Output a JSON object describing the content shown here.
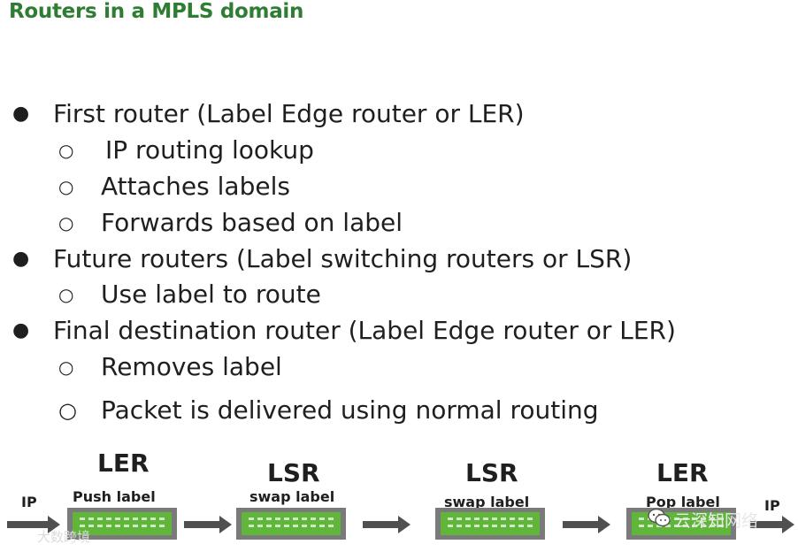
{
  "title": "Routers in a MPLS domain",
  "bullets": [
    {
      "label": "First router (Label Edge router or LER)"
    },
    {
      "label": "IP routing lookup"
    },
    {
      "label": "Attaches labels"
    },
    {
      "label": "Forwards based on label"
    },
    {
      "label": "Future routers (Label switching routers or LSR)"
    },
    {
      "label": "Use label to route"
    },
    {
      "label": "Final destination router (Label Edge router or LER)"
    },
    {
      "label": "Removes label"
    },
    {
      "label": "Packet is delivered using normal routing"
    }
  ],
  "marks": {
    "bullet": "●",
    "sub": "○"
  },
  "diagram": {
    "ip_in": "IP",
    "ip_out": "IP",
    "nodes": [
      {
        "title": "LER",
        "label": "Push label"
      },
      {
        "title": "LSR",
        "label": "swap label"
      },
      {
        "title": "LSR",
        "label": "swap label"
      },
      {
        "title": "LER",
        "label": "Pop label"
      }
    ],
    "colors": {
      "router_face": "#5fb63a",
      "router_body": "#7a7a7a",
      "arrow": "#505050",
      "title": "#2e7d32"
    }
  },
  "watermark": {
    "text": "云深知网络",
    "left_text": "大数跨境"
  }
}
